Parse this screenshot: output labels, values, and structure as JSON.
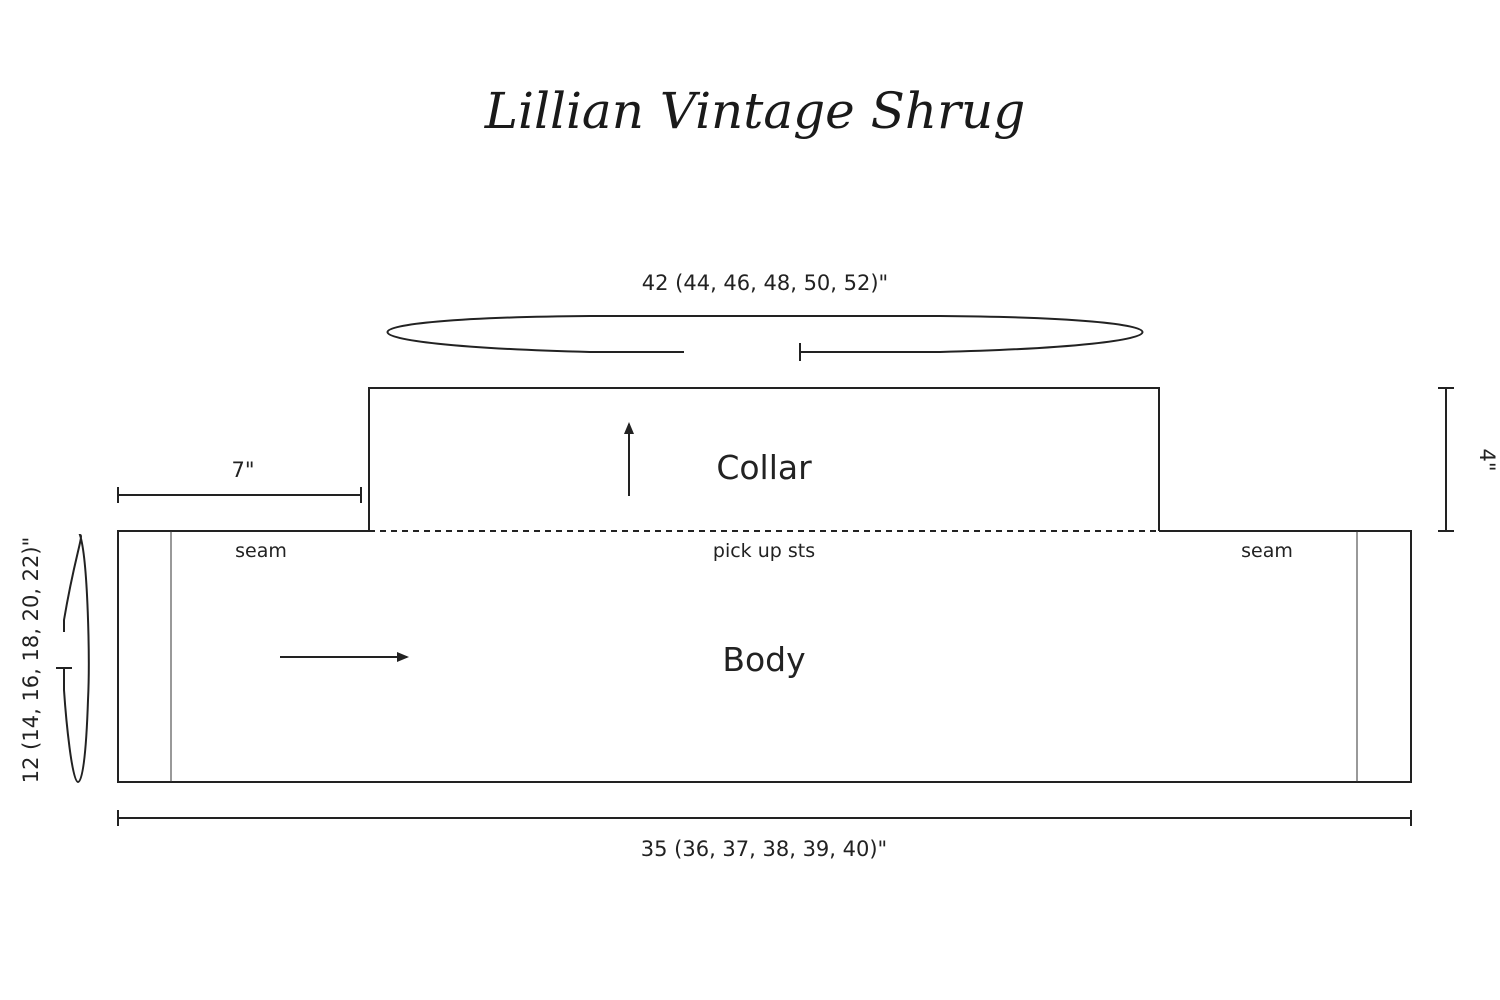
{
  "title": "Lillian Vintage Shrug",
  "pieces": {
    "collar": "Collar",
    "body": "Body"
  },
  "annotations": {
    "seam_left": "seam",
    "seam_right": "seam",
    "pick_up": "pick up sts"
  },
  "measurements": {
    "collar_circumference": "42 (44, 46, 48, 50, 52)\"",
    "collar_offset": "7\"",
    "collar_height": "4\"",
    "body_height": "12 (14, 16, 18, 20, 22)\"",
    "body_width": "35 (36, 37, 38, 39, 40)\""
  },
  "colors": {
    "line": "#222222",
    "background": "#ffffff"
  }
}
